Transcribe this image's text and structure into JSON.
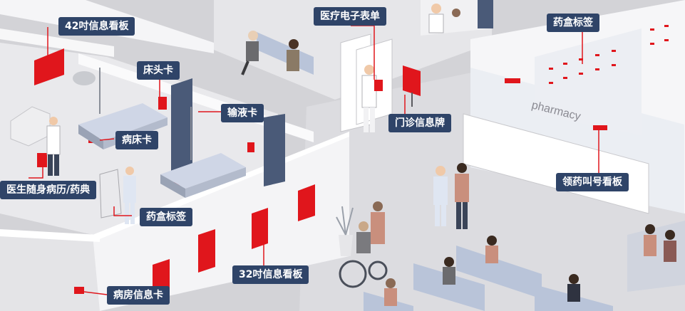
{
  "labels": {
    "board_42": "42吋信息看板",
    "bedhead_card": "床头卡",
    "infusion_card": "输液卡",
    "bed_card": "病床卡",
    "doctor_record": "医生随身病历/药典",
    "medicine_box_label_ward": "药盒标签",
    "emr_form": "医疗电子表单",
    "clinic_sign": "门诊信息牌",
    "medicine_box_label_pharmacy": "药盒标签",
    "pickup_call_board": "领药叫号看板",
    "board_32": "32吋信息看板",
    "ward_card": "病房信息卡"
  },
  "scene_text": {
    "pharmacy": "pharmacy"
  },
  "colors": {
    "label_bg": "#2f4468",
    "label_text": "#ffffff",
    "epaper_red": "#e0161c",
    "wall_light": "#f2f2f4",
    "floor": "#cfcfd3",
    "wall_shadow": "#b8b8bd"
  }
}
